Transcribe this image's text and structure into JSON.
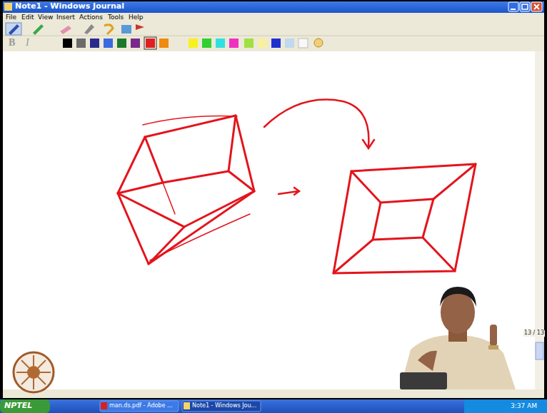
{
  "diagram": {
    "labels": [
      "Note1 - Windows Journal",
      "File",
      "Edit",
      "View",
      "Insert",
      "Actions",
      "Tools",
      "Help",
      "B",
      "I",
      "13 / 13",
      "NPTEL",
      "man.ds.pdf - Adobe ...",
      "Note1 - Windows Jou...",
      "3:37 AM"
    ]
  }
}
